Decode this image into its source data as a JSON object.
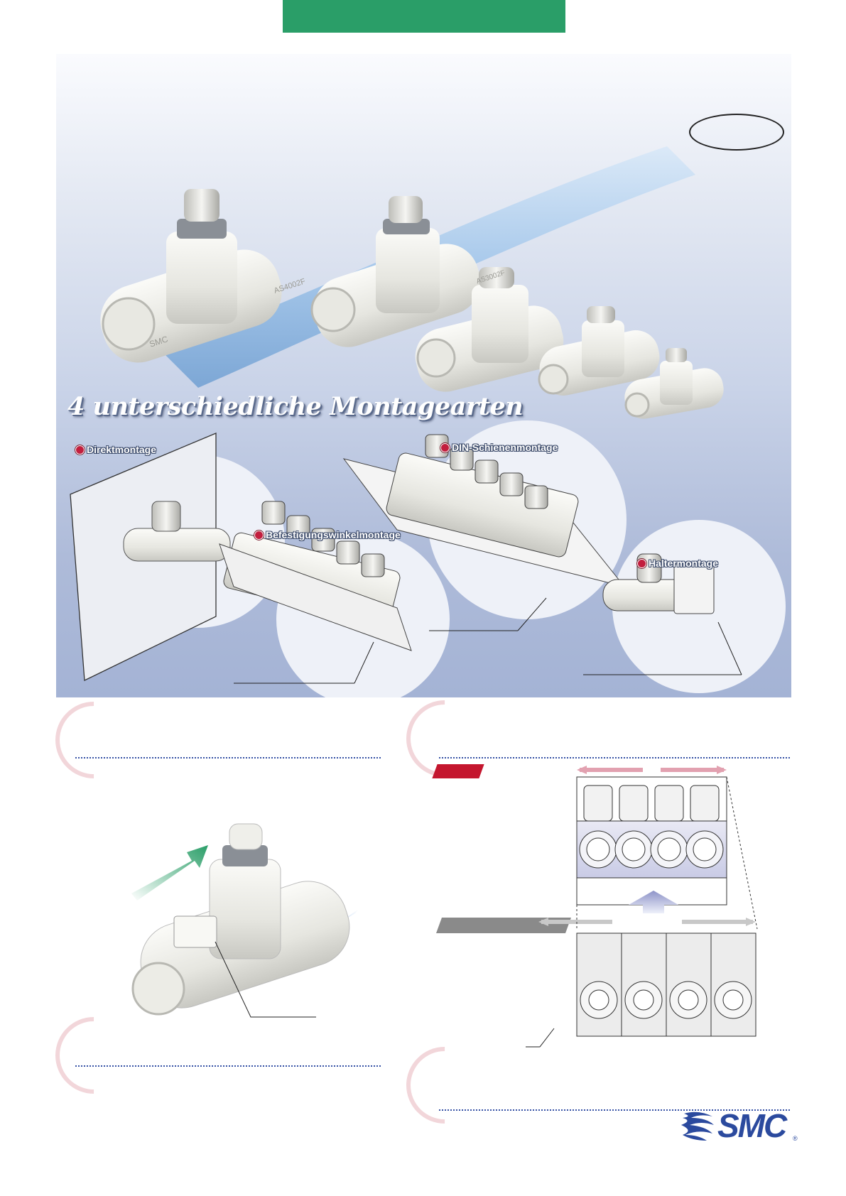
{
  "hero": {
    "title": "4 unterschiedliche Montagearten",
    "mounting_types": [
      {
        "label": "Direktmontage",
        "color": "#c21e3e"
      },
      {
        "label": "DIN-Schienenmontage",
        "color": "#c21e3e"
      },
      {
        "label": "Befestigungswinkelmontage",
        "color": "#c21e3e"
      },
      {
        "label": "Haltermontage",
        "color": "#c21e3e"
      }
    ],
    "product_markings": [
      "AS4002F",
      "AS3002F",
      "SMC"
    ]
  },
  "colors": {
    "banner_green": "#2a9e68",
    "accent_red": "#c4162e",
    "link_blue": "#3551a5",
    "brand_blue": "#2b4a9e"
  },
  "icons": [
    "green-arrow-icon",
    "blue-arrow-icon",
    "smc-logo-icon"
  ],
  "logo": {
    "text": "SMC",
    "registered": "®"
  }
}
